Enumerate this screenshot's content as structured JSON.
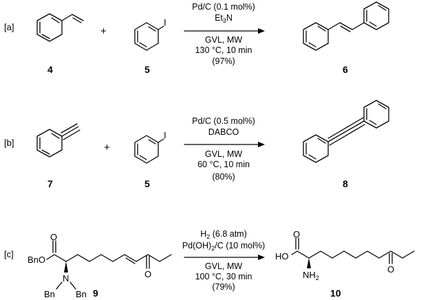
{
  "schemes": [
    {
      "label": "[a]",
      "reactant1_number": "4",
      "plus": "+",
      "reactant2_number": "5",
      "reactant2_atom": "I",
      "cond_above_1": "Pd/C (0.1 mol%)",
      "cond_above_2_base": "Et",
      "cond_above_2_sub": "3",
      "cond_above_2_tail": "N",
      "cond_below_1": "GVL, MW",
      "cond_below_2": "130 °C, 10 min",
      "cond_below_3": "(97%)",
      "product_number": "6"
    },
    {
      "label": "[b]",
      "reactant1_number": "7",
      "plus": "+",
      "reactant2_number": "5",
      "reactant2_atom": "I",
      "cond_above_1": "Pd/C (0.5 mol%)",
      "cond_above_2": "DABCO",
      "cond_below_1": "GVL, MW",
      "cond_below_2": "60 °C, 10 min",
      "cond_below_3": "(80%)",
      "product_number": "8"
    },
    {
      "label": "[c]",
      "reactant1_number": "9",
      "atom_O_carbonyl": "O",
      "atom_BnO": "BnO",
      "atom_N": "N",
      "atom_Bn1": "Bn",
      "atom_Bn2": "Bn",
      "atom_O_ketone": "O",
      "cond_above_1_base": "H",
      "cond_above_1_sub": "2",
      "cond_above_1_tail": " (6.8 atm)",
      "cond_above_2_base": "Pd(OH)",
      "cond_above_2_sub": "2",
      "cond_above_2_tail": "/C (10 mol%)",
      "cond_below_1": "GVL, MW",
      "cond_below_2": "100 °C, 30 min",
      "cond_below_3": "(79%)",
      "product_atom_O_carbonyl": "O",
      "product_atom_HO": "HO",
      "product_atom_NH_base": "NH",
      "product_atom_NH_sub": "2",
      "product_atom_O_ketone": "O",
      "product_number": "10"
    }
  ]
}
